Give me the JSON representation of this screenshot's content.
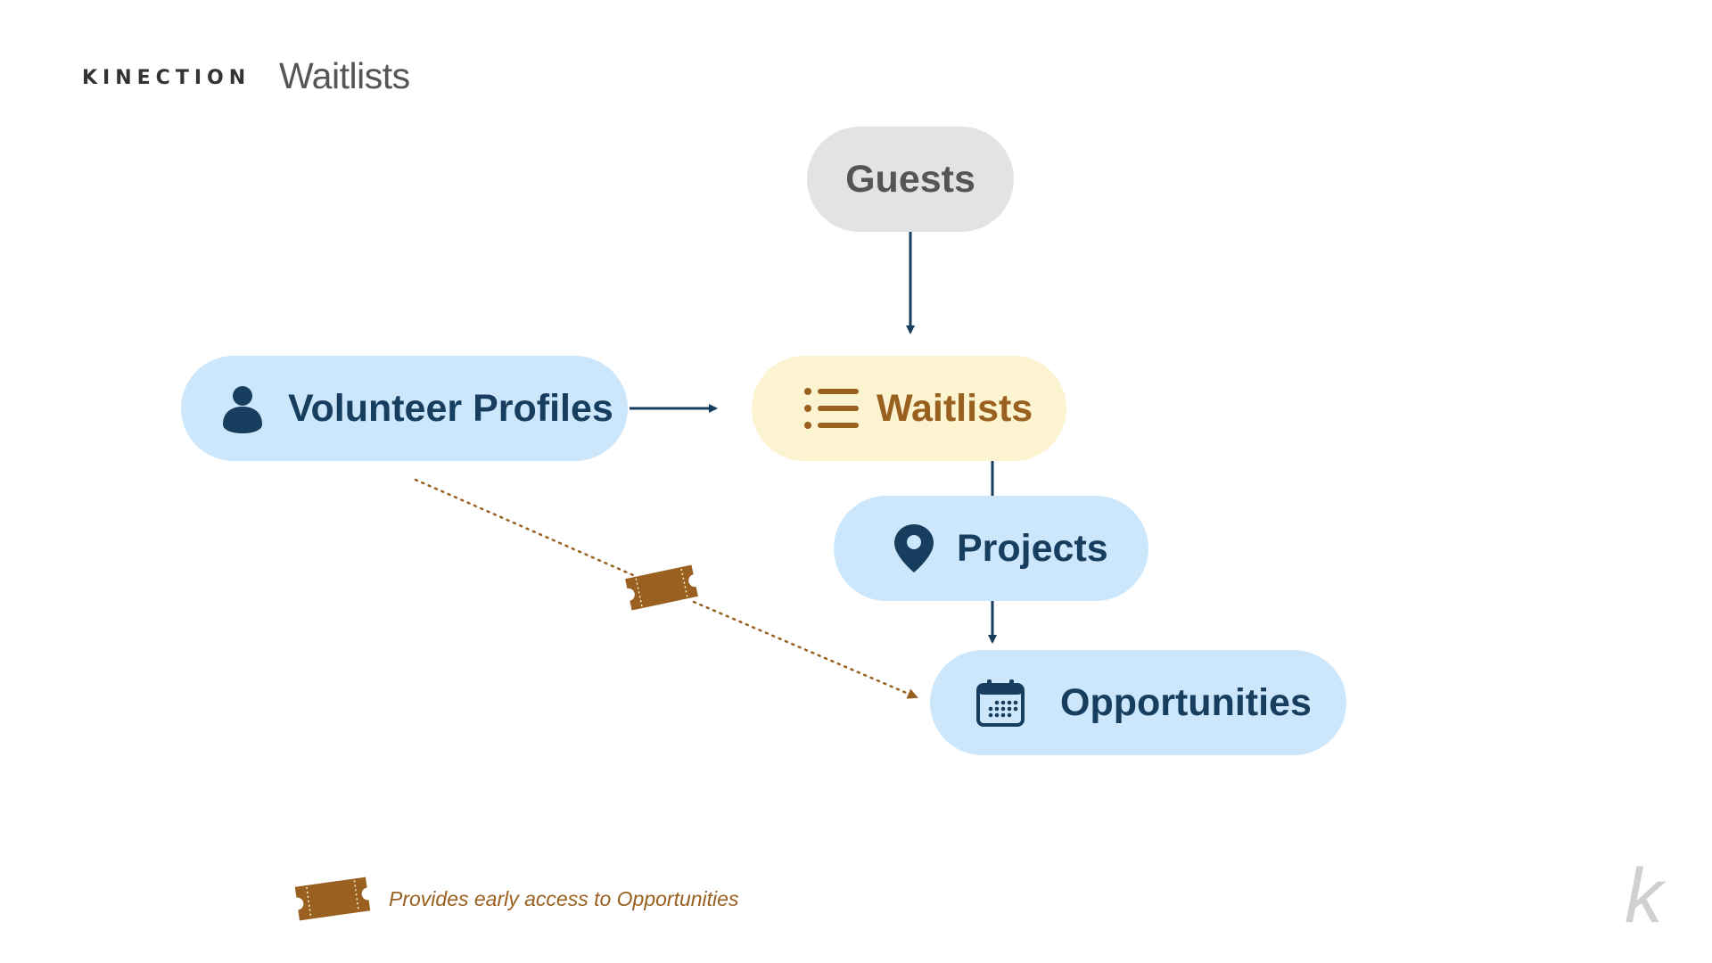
{
  "header": {
    "brand": "KINECTION",
    "title": "Waitlists"
  },
  "nodes": {
    "guests": {
      "label": "Guests"
    },
    "volunteer_profiles": {
      "label": "Volunteer Profiles",
      "icon": "person-icon"
    },
    "waitlists": {
      "label": "Waitlists",
      "icon": "list-icon"
    },
    "projects": {
      "label": "Projects",
      "icon": "map-pin-icon"
    },
    "opportunities": {
      "label": "Opportunities",
      "icon": "calendar-icon"
    }
  },
  "edges": [
    {
      "from": "Guests",
      "to": "Waitlists",
      "style": "solid"
    },
    {
      "from": "Volunteer Profiles",
      "to": "Waitlists",
      "style": "solid"
    },
    {
      "from": "Waitlists",
      "to": "Projects",
      "style": "solid"
    },
    {
      "from": "Projects",
      "to": "Opportunities",
      "style": "solid"
    },
    {
      "from": "Volunteer Profiles",
      "to": "Opportunities",
      "style": "dotted",
      "icon": "ticket-icon"
    }
  ],
  "legend": {
    "icon": "ticket-icon",
    "text": "Provides early access to Opportunities"
  },
  "footer": {
    "logo": "k"
  },
  "colors": {
    "navy": "#173d5f",
    "brown": "#996020",
    "blue_fill": "#cce7fb",
    "yellow_fill": "#fcf3d0",
    "gray_fill": "#e3e3e3",
    "gray_text": "#555555"
  }
}
